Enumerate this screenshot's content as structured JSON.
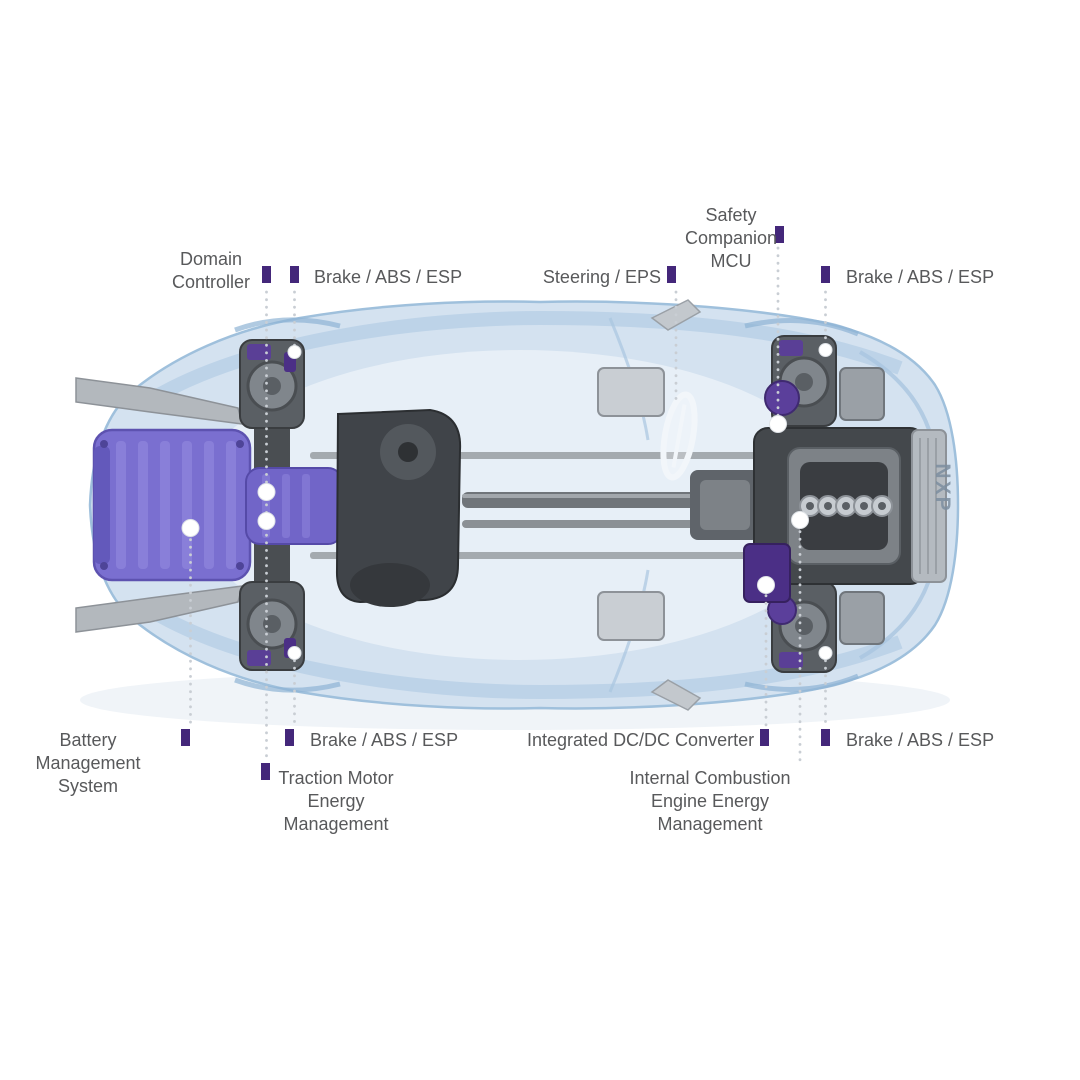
{
  "diagram": {
    "type": "automotive-component-callout-diagram",
    "subject": "hybrid electric vehicle chassis, top view"
  },
  "brand": {
    "logo_text": "NXP"
  },
  "labels": {
    "domain_controller": "Domain\nController",
    "brake_top_left": "Brake / ABS / ESP",
    "steering_eps": "Steering / EPS",
    "safety_companion_mcu": "Safety\nCompanion\nMCU",
    "brake_top_right": "Brake / ABS / ESP",
    "battery_management_system": "Battery Management\nSystem",
    "brake_bottom_left": "Brake / ABS / ESP",
    "traction_motor_energy_management": "Traction Motor\nEnergy\nManagement",
    "integrated_dcdc_converter": "Integrated DC/DC Converter",
    "ice_energy_management": "Internal Combustion\nEngine Energy\nManagement",
    "brake_bottom_right": "Brake / ABS / ESP"
  },
  "colors": {
    "marker_purple": "#44277A",
    "label_text": "#58595B",
    "motor_purple": "#7A6FD0",
    "accent_purple": "#5A3F96",
    "body_blue": "#D4E2F0",
    "chassis_gray": "#4A4E52"
  }
}
